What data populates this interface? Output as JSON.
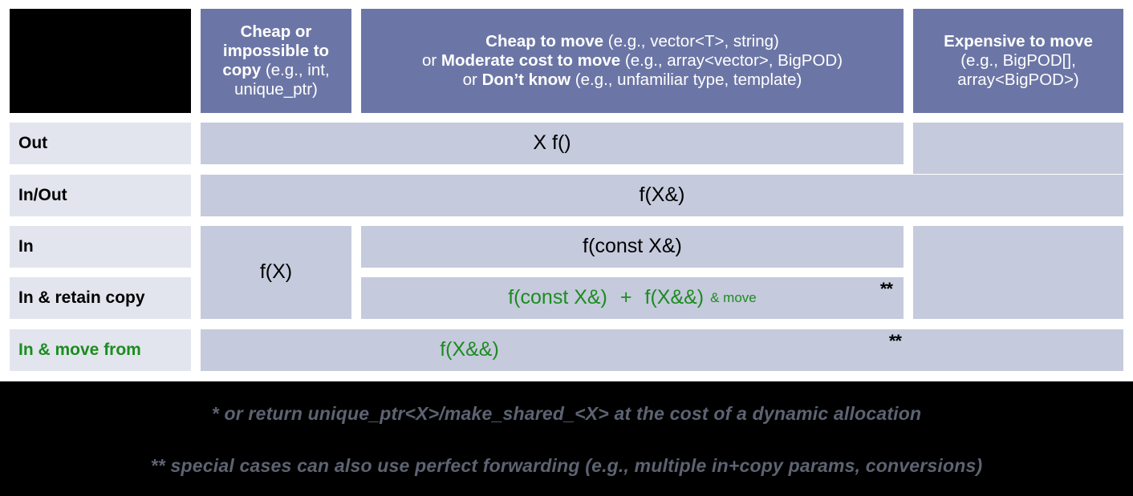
{
  "title": "C++ parameter passing / return guidelines table",
  "colors": {
    "header_blue": "#6C76A6",
    "row_label_bg": "#E2E5ED",
    "cell_bg": "#C5CADC",
    "green": "#1C8C20",
    "footer_bg": "#000000",
    "footnote_text": "#5D6372"
  },
  "columns": [
    {
      "id": "corner",
      "label": ""
    },
    {
      "id": "cheap-or-impossible-to-copy",
      "bold_lead": "Cheap or impossible to copy",
      "example": " (e.g., int, unique_ptr)",
      "lines": [
        {
          "bold": "Cheap or",
          "rest": ""
        },
        {
          "bold": "impossible to",
          "rest": ""
        },
        {
          "bold": "copy",
          "rest": " (e.g., int,"
        },
        {
          "bold": "",
          "rest": "unique_ptr)"
        }
      ]
    },
    {
      "id": "cheap-to-move",
      "lines": [
        {
          "bold": "Cheap to move",
          "rest": " (e.g., vector<T>, string)"
        },
        {
          "prefix": "or ",
          "bold": "Moderate cost to move",
          "rest": " (e.g., array<vector>, BigPOD)"
        },
        {
          "prefix": "or ",
          "bold": "Don’t know",
          "rest": " (e.g., unfamiliar type, template)"
        }
      ]
    },
    {
      "id": "expensive-to-move",
      "lines": [
        {
          "bold": "Expensive to move",
          "rest": ""
        },
        {
          "bold": "",
          "rest": "(e.g., BigPOD[],"
        },
        {
          "bold": "",
          "rest": "array<BigPOD>)"
        }
      ]
    }
  ],
  "rows": [
    {
      "id": "out",
      "label": "Out",
      "green_label": false
    },
    {
      "id": "in-out",
      "label": "In/Out",
      "green_label": false
    },
    {
      "id": "in",
      "label": "In",
      "green_label": false
    },
    {
      "id": "in-and-retain-copy",
      "label": "In & retain copy",
      "green_label": false
    },
    {
      "id": "in-and-move-from",
      "label": "In & move from",
      "green_label": true
    }
  ],
  "cells": {
    "out_main": "X f()",
    "in_out_main": "f(X&)",
    "in_cheap_copy": "f(X)",
    "in_main": "f(const X&)",
    "retain_copy_part1": "f(const X&)",
    "retain_copy_plus": "+",
    "retain_copy_part2": "f(X&&)",
    "retain_copy_suffix": "& move",
    "retain_copy_marker": "**",
    "move_from_main": "f(X&&)",
    "move_from_marker": "**"
  },
  "footnotes": [
    "* or return unique_ptr<X>/make_shared_<X> at the cost of a dynamic allocation",
    "** special cases can also use perfect forwarding (e.g., multiple in+copy params, conversions)"
  ]
}
